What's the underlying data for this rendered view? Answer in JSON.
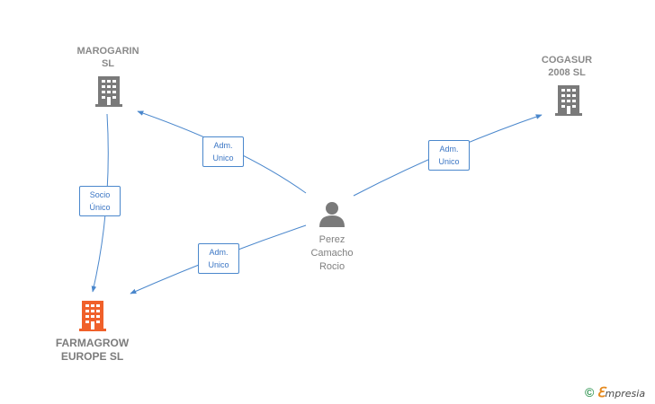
{
  "nodes": {
    "marogarin": {
      "label": "MAROGARIN\nSL",
      "color": "#7a7a7a"
    },
    "cogasur": {
      "label": "COGASUR\n2008 SL",
      "color": "#7a7a7a"
    },
    "farmagrow": {
      "label": "FARMAGROW\nEUROPE  SL",
      "color": "#f0602a"
    },
    "person": {
      "label": "Perez\nCamacho\nRocio",
      "color": "#8a8a8a"
    }
  },
  "edges": {
    "person_marogarin": {
      "label": "Adm.\nUnico"
    },
    "person_cogasur": {
      "label": "Adm.\nUnico"
    },
    "person_farmagrow": {
      "label": "Adm.\nUnico"
    },
    "marogarin_farmagrow": {
      "label": "Socio\nÚnico"
    }
  },
  "edge_color": "#4a87cc",
  "brand": {
    "copyright_symbol": "©",
    "initial": "ℇ",
    "name": "mpresia"
  }
}
